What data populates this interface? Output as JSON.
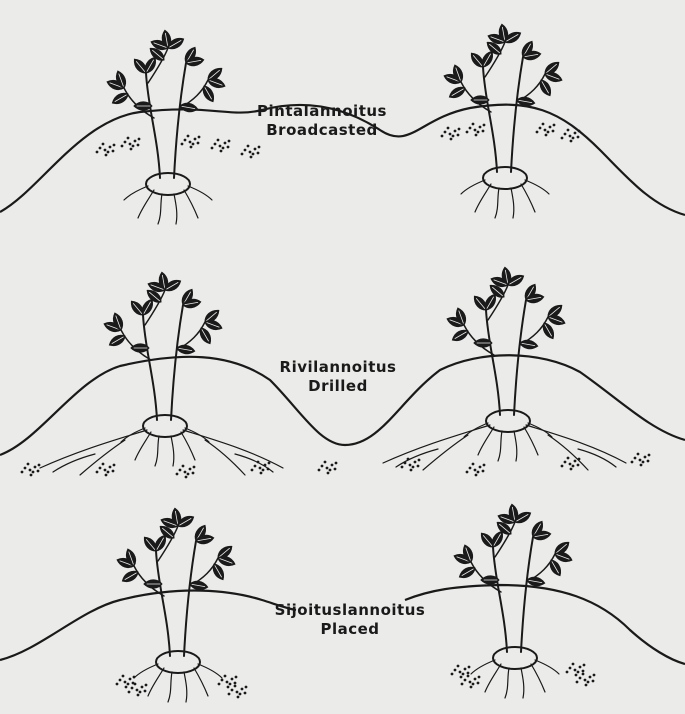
{
  "panels": [
    {
      "finnish": "Pintalannoitus",
      "english": "Broadcasted"
    },
    {
      "finnish": "Rivilannoitus",
      "english": "Drilled"
    },
    {
      "finnish": "Sijoituslannoitus",
      "english": "Placed"
    }
  ],
  "colors": {
    "ink": "#1a1a1a",
    "paper": "#ebebea"
  }
}
